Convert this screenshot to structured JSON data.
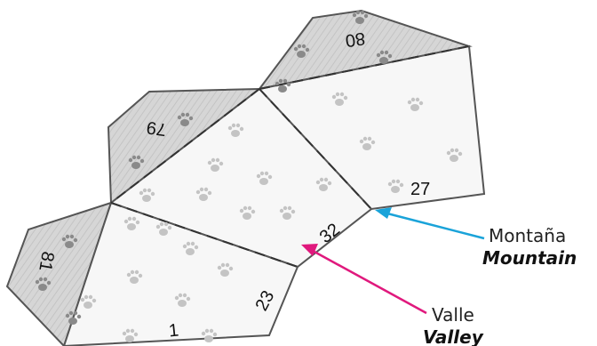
{
  "pieces": {
    "tab_top": "80",
    "tab_left": "79",
    "tab_bottom_left": "81",
    "edge_right": "27",
    "edge_center": "32",
    "edge_lower": "23",
    "edge_bottom": "1"
  },
  "callouts": {
    "mountain": {
      "spanish": "Montaña",
      "english": "Mountain",
      "color": "#1aa3d9"
    },
    "valley": {
      "spanish": "Valle",
      "english": "Valley",
      "color": "#e0197d"
    }
  },
  "colors": {
    "tab_fill": "#d3d3d3",
    "panel_fill": "#f7f7f7",
    "outline": "#555555",
    "paw": "#bdbdbd",
    "paw_dark": "#8a8a8a"
  }
}
